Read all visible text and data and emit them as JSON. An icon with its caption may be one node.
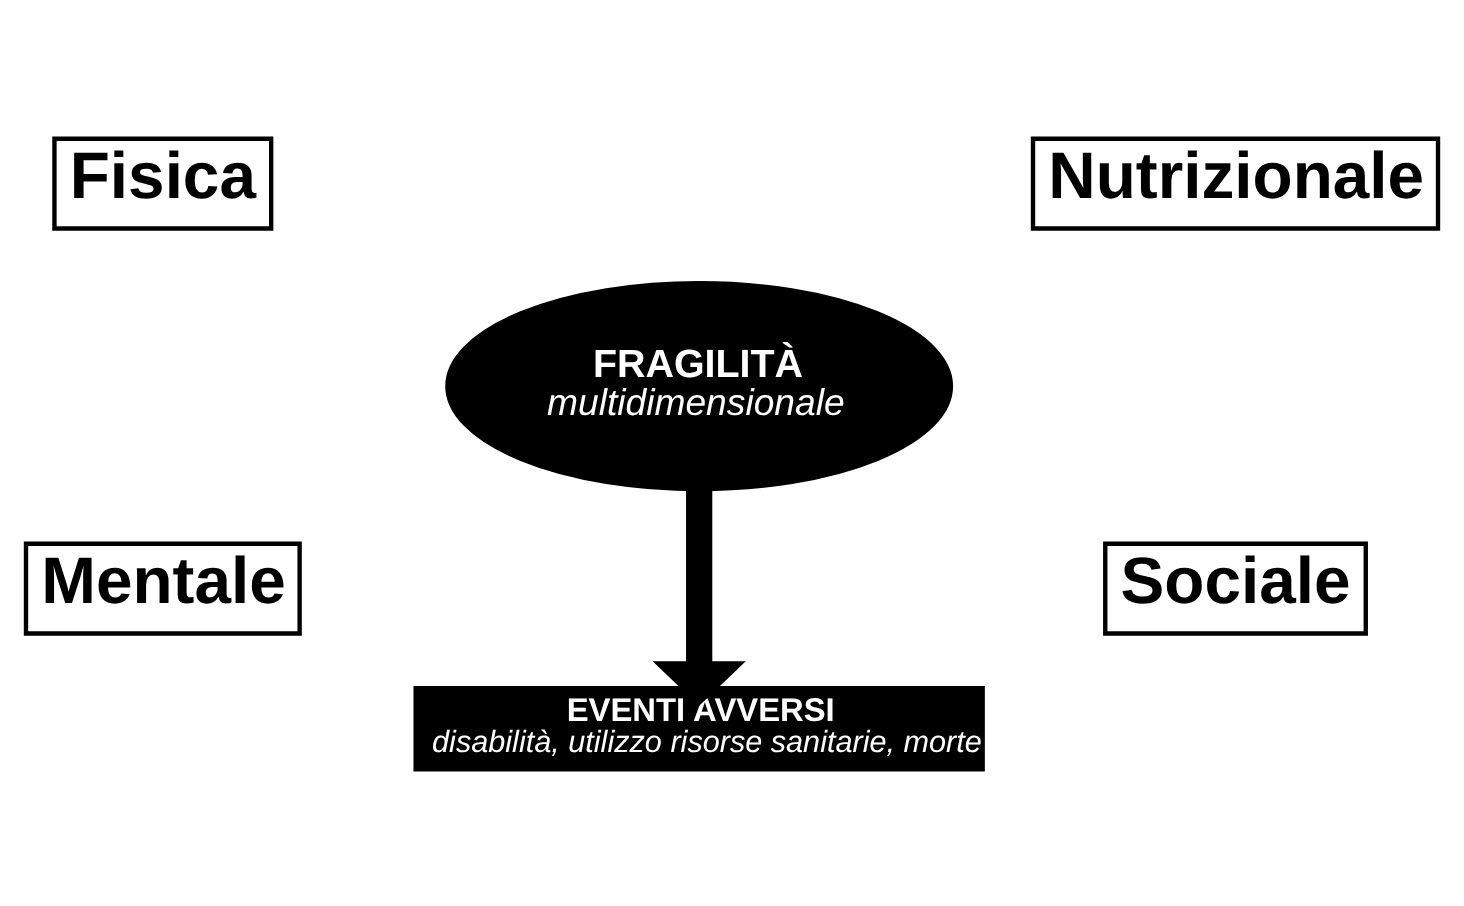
{
  "diagram": {
    "nodes": [
      {
        "text": [
          "Fisica"
        ]
      },
      {
        "text": [
          "Nutrizionale"
        ]
      },
      {
        "text": [
          "FRAGILITÀ",
          "multidimensionale"
        ]
      },
      {
        "text": [
          "Mentale"
        ]
      },
      {
        "text": [
          "Sociale"
        ]
      },
      {
        "text": [
          "EVENTI AVVERSI",
          "disabilità, utilizzo risorse sanitarie, morte"
        ]
      }
    ],
    "edges": [
      {
        "from": 2,
        "to": 5,
        "arrow": "to"
      }
    ]
  }
}
